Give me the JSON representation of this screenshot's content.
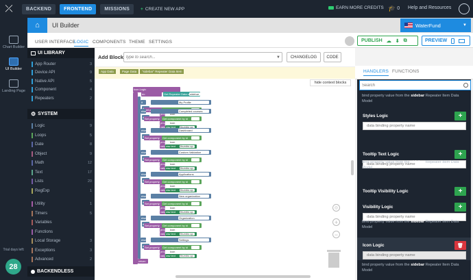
{
  "topbar": {
    "nav": [
      "BACKEND",
      "FRONTEND",
      "MISSIONS"
    ],
    "active": "FRONTEND",
    "create_app": "CREATE NEW APP",
    "earn_credits": "EARN MORE CREDITS",
    "cap_count": "0",
    "help": "Help and Resources"
  },
  "leftnav": {
    "items": [
      "Chart Builder",
      "UI Builder",
      "Landing Page"
    ],
    "trial_label": "Trial days left:",
    "trial_days": "28"
  },
  "header": {
    "title": "UI Builder",
    "org": "WaterFund"
  },
  "tabs": [
    "USER INTERFACE",
    "LOGIC",
    "COMPONENTS",
    "THEME",
    "SETTINGS"
  ],
  "active_tab": "LOGIC",
  "publish_label": "PUBLISH",
  "preview_label": "PREVIEW",
  "library": {
    "ui_header": "UI LIBRARY",
    "ui_items": [
      {
        "label": "App Router",
        "count": "3",
        "color": "#2f9fd8"
      },
      {
        "label": "Device API",
        "count": "9",
        "color": "#2f9fd8"
      },
      {
        "label": "Native API",
        "count": "5",
        "color": "#2f9fd8"
      },
      {
        "label": "Component",
        "count": "4",
        "color": "#2f9fd8"
      },
      {
        "label": "Repeaters",
        "count": "2",
        "color": "#2f9fd8"
      }
    ],
    "system_header": "SYSTEM",
    "system_items": [
      {
        "label": "Logic",
        "count": "9",
        "color": "#5b80a5"
      },
      {
        "label": "Loops",
        "count": "5",
        "color": "#5ba55b"
      },
      {
        "label": "Date",
        "count": "8",
        "color": "#5b67a5"
      },
      {
        "label": "Object",
        "count": "9",
        "color": "#a55b80"
      },
      {
        "label": "Math",
        "count": "12",
        "color": "#5b67a5"
      },
      {
        "label": "Text",
        "count": "17",
        "color": "#5ba58c"
      },
      {
        "label": "Lists",
        "count": "20",
        "color": "#745ba5"
      },
      {
        "label": "RegExp",
        "count": "1",
        "color": "#a5a55b"
      },
      {
        "label": "Utility",
        "count": "1",
        "color": "#a55ba5"
      },
      {
        "label": "Timers",
        "count": "5",
        "color": "#a5745b"
      },
      {
        "label": "Variables",
        "count": "",
        "color": "#a55b5b"
      },
      {
        "label": "Functions",
        "count": "",
        "color": "#9a5ba5"
      },
      {
        "label": "Local Storage",
        "count": "3",
        "color": "#a58c5b"
      },
      {
        "label": "Exceptions",
        "count": "3",
        "color": "#a5745b"
      },
      {
        "label": "Advanced",
        "count": "2",
        "color": "#a5745b"
      }
    ],
    "backendless_header": "BACKENDLESS"
  },
  "editor": {
    "add_block_label": "Add Block:",
    "block_search_placeholder": "type to search...",
    "changelog": "CHANGELOG",
    "code": "CODE",
    "crumbs": [
      "App Data",
      "Page Data",
      "\"sidebar\" Repeater Data Item"
    ],
    "hide_context": "hide context blocks",
    "root_block": "Icon Logic",
    "get_repeater": "Get Repeater Data of",
    "sidebar": "sidebar",
    "do_label": "do",
    "if_label": "if",
    "else_if": "else if",
    "set_prop": "Set property",
    "in_label": "in",
    "property_label": "property",
    "value_label": "value",
    "icon_prop": "icon",
    "raw_text": "raw text",
    "get_component": "Get component by id",
    "return_label": "return",
    "conditions": [
      "My Profile",
      "Completed courses",
      "Dashboard",
      "Custom Validation",
      "Applications",
      "New organization",
      "Organization",
      "Settings"
    ],
    "icon_values": [
      "thumbs up",
      "thumbs up",
      "thumbs up",
      "thumbs up",
      "thumbs up",
      "thumbs up",
      "thumbs up",
      "thumbs up"
    ]
  },
  "handlers": {
    "tabs": [
      "HANDLERS",
      "FUNCTIONS"
    ],
    "active": "HANDLERS",
    "search_placeholder": "Search",
    "desc_pre": "bind property value from the",
    "desc_bold": "sidebar",
    "desc_post": "Repeater Item Data Model",
    "input_placeholder": "data binding property name",
    "items": [
      {
        "title": "Styles Logic",
        "mode": "add"
      },
      {
        "title": "Tooltip Text Logic",
        "mode": "add"
      },
      {
        "title": "Tooltip Visibility Logic",
        "mode": "add"
      },
      {
        "title": "Visibility Logic",
        "mode": "add"
      },
      {
        "title": "Icon Logic",
        "mode": "delete"
      }
    ],
    "delete_icon": "trash-icon"
  }
}
